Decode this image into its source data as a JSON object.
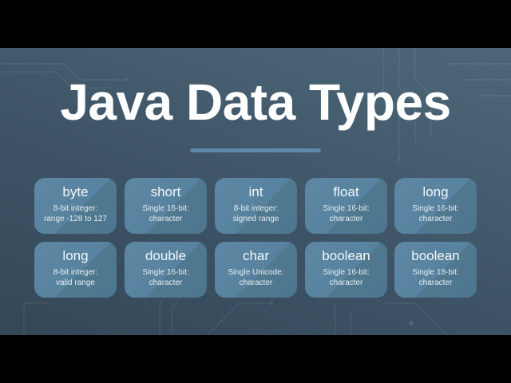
{
  "slide": {
    "title": "Java Data Types",
    "colors": {
      "background_top": "#4d6779",
      "background_bottom": "#344757",
      "divider": "#5f89a6",
      "card": "#5883a0",
      "title_text": "#ffffff"
    }
  },
  "cards": [
    {
      "name": "byte",
      "desc_line1": "8-bit integer:",
      "desc_line2": "range -128 to 127"
    },
    {
      "name": "short",
      "desc_line1": "Single 16-bit:",
      "desc_line2": "character"
    },
    {
      "name": "int",
      "desc_line1": "8-bit integer:",
      "desc_line2": "signed range"
    },
    {
      "name": "float",
      "desc_line1": "Single 16-bit:",
      "desc_line2": "character"
    },
    {
      "name": "long",
      "desc_line1": "Single 16-bit:",
      "desc_line2": "character"
    },
    {
      "name": "long",
      "desc_line1": "8-bit integer:",
      "desc_line2": "valid range"
    },
    {
      "name": "double",
      "desc_line1": "Single 16-bit:",
      "desc_line2": "character"
    },
    {
      "name": "char",
      "desc_line1": "Single Unicode:",
      "desc_line2": "character"
    },
    {
      "name": "boolean",
      "desc_line1": "Single 16-bit:",
      "desc_line2": "character"
    },
    {
      "name": "boolean",
      "desc_line1": "Single 18-bit:",
      "desc_line2": "character"
    }
  ]
}
